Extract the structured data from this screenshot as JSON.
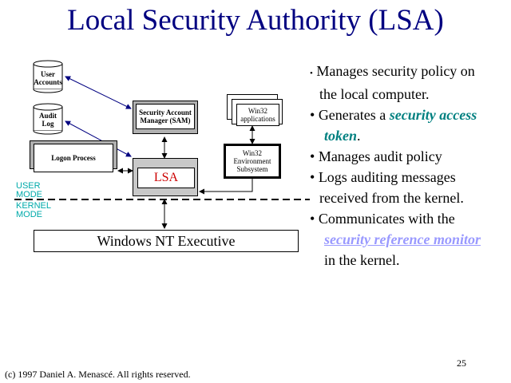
{
  "title": "Local Security Authority (LSA)",
  "diagram": {
    "user_accounts": "User Accounts",
    "audit_log": "Audit Log",
    "logon_process": "Logon Process",
    "sam": "Security Account Manager (SAM)",
    "win32_apps": "Win32 applications",
    "lsa": "LSA",
    "win32_subsystem": "Win32 Environment Subsystem",
    "user_mode": "USER MODE",
    "kernel_mode": "KERNEL MODE",
    "executive": "Windows NT Executive"
  },
  "bullets": {
    "b1_line1": "Manages security policy on",
    "b1_line2": "the local computer.",
    "b2_pre": "Generates a ",
    "b2_em": "security access",
    "b2_em2": "token",
    "b2_post": ".",
    "b3": "Manages audit policy",
    "b4_line1": "Logs auditing messages",
    "b4_line2": "received from the kernel.",
    "b5_line1": "Communicates with the",
    "b5_link": "security reference monitor",
    "b5_line3": "in the kernel."
  },
  "page_number": "25",
  "footer": "(c) 1997 Daniel A. Menascé. All rights reserved."
}
